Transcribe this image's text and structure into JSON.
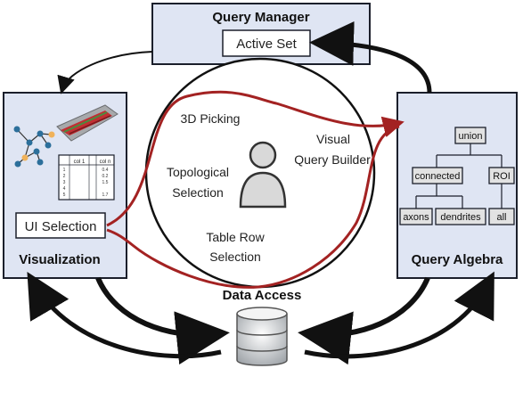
{
  "query_manager": {
    "title": "Query Manager",
    "active_set_label": "Active Set"
  },
  "center": {
    "labels": {
      "picking": "3D Picking",
      "visual_1": "Visual",
      "visual_2": "Query Builder",
      "topo_1": "Topological",
      "topo_2": "Selection",
      "table_1": "Table Row",
      "table_2": "Selection"
    }
  },
  "visualization": {
    "title": "Visualization",
    "ui_selection_label": "UI Selection",
    "table": {
      "headers": [
        "col 1",
        "col n"
      ],
      "rows": [
        [
          "1",
          "0.4"
        ],
        [
          "2",
          "0.2"
        ],
        [
          "3",
          "1.5"
        ],
        [
          "4",
          ""
        ],
        [
          "5",
          "1.7"
        ]
      ]
    }
  },
  "query_algebra": {
    "title": "Query Algebra",
    "nodes": {
      "union": "union",
      "connected": "connected",
      "roi": "ROI",
      "axons": "axons",
      "dendrites": "dendrites",
      "all": "all"
    }
  },
  "data_access": {
    "title": "Data Access"
  },
  "colors": {
    "panel_fill": "#dfe5f3",
    "panel_border": "#1b1f2b",
    "loop_red": "#a32222",
    "arrow_black": "#111111",
    "node_fill": "#e2e2e2",
    "graph_node_blue": "#2c6f9b",
    "graph_node_orange": "#f0b25a"
  }
}
